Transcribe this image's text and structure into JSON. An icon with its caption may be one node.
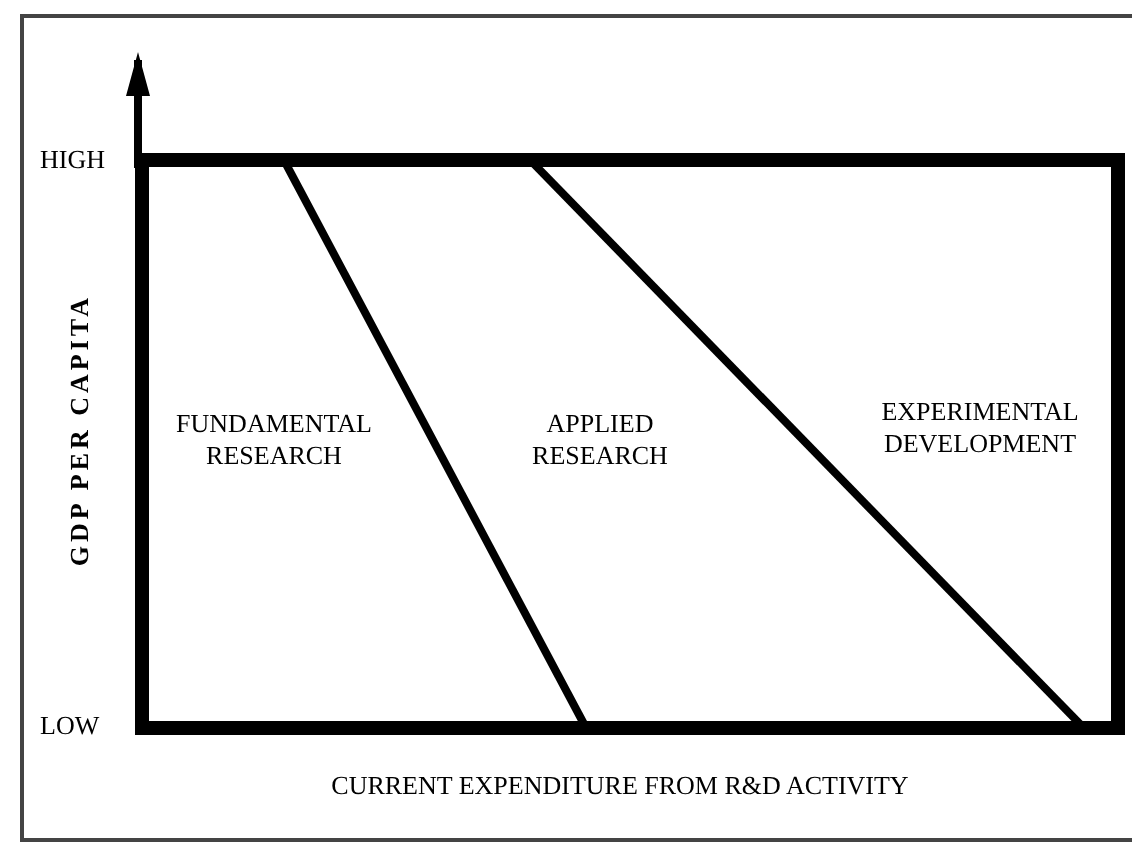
{
  "diagram": {
    "labels": [
      "HIGH",
      "GDP PER CAPITA",
      "FUNDAMENTAL RESEARCH",
      "APPLIED RESEARCH",
      "EXPERIMENTAL DEVELOPMENT",
      "LOW",
      "CURRENT EXPENDITURE FROM R&D ACTIVITY"
    ]
  }
}
